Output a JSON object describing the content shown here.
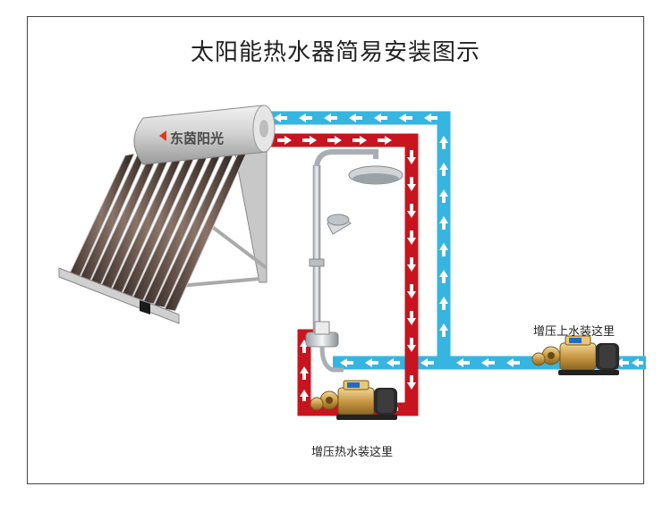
{
  "title": "太阳能热水器简易安装图示",
  "labels": {
    "cold_pump": "增压上水装这里",
    "hot_pump": "增压热水装这里"
  },
  "brand": {
    "heater_logo": "东茵阳光"
  },
  "colors": {
    "hot_pipe": "#c8141e",
    "cold_pipe": "#35b5e0",
    "arrow": "#ffffff",
    "frame": "#444444"
  },
  "icons": [
    "solar-water-heater-icon",
    "shower-set-icon",
    "booster-pump-icon",
    "arrow-icon"
  ]
}
